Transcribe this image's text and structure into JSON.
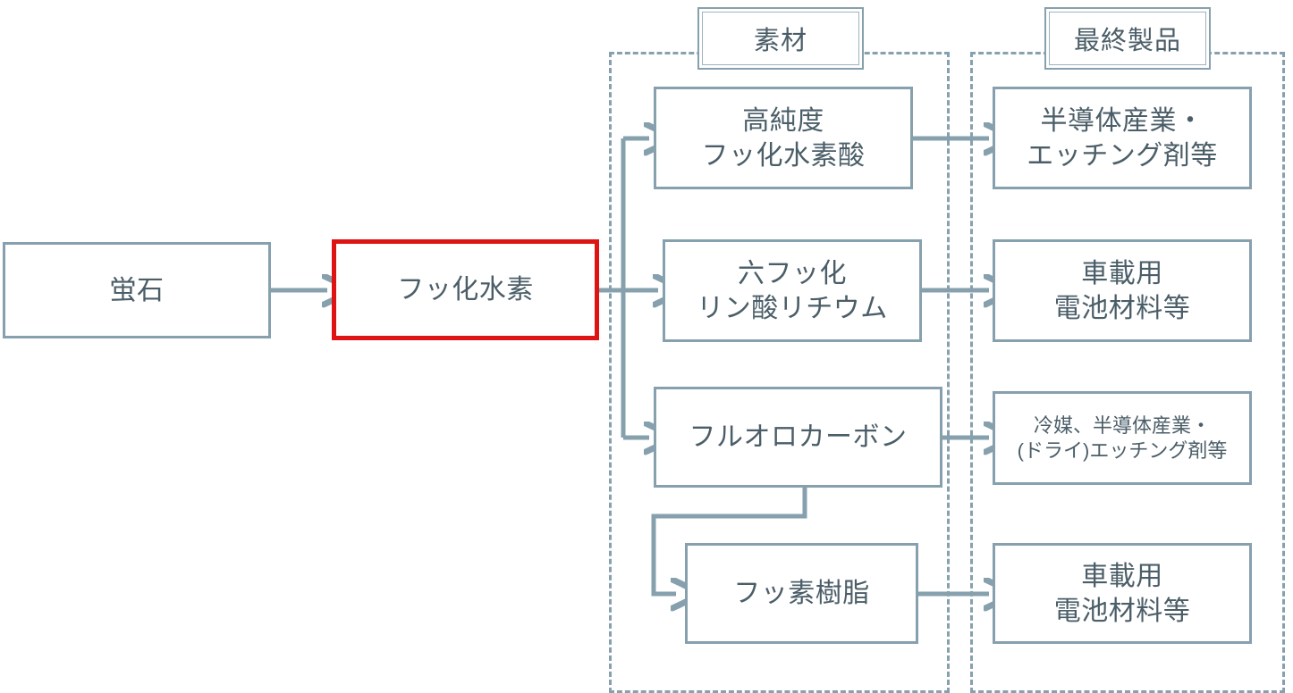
{
  "diagram": {
    "type": "flow-diagram",
    "title_present": false,
    "colors": {
      "line": "#86a1ad",
      "text": "#4b5e68",
      "highlight": "#de1414",
      "background": "#ffffff"
    },
    "groups": [
      {
        "id": "materials",
        "label": "素材"
      },
      {
        "id": "final_products",
        "label": "最終製品"
      }
    ],
    "upstream": [
      {
        "id": "fluorite",
        "label": "蛍石",
        "highlight": false
      },
      {
        "id": "hydrogen_fluoride",
        "label": "フッ化水素",
        "highlight": true
      }
    ],
    "materials": [
      {
        "id": "mat1",
        "label": "高純度\nフッ化水素酸"
      },
      {
        "id": "mat2",
        "label": "六フッ化\nリン酸リチウム"
      },
      {
        "id": "mat3",
        "label": "フルオロカーボン"
      },
      {
        "id": "mat4",
        "label": "フッ素樹脂"
      }
    ],
    "final_products": [
      {
        "id": "prod1",
        "label": "半導体産業・\nエッチング剤等",
        "small": false
      },
      {
        "id": "prod2",
        "label": "車載用\n電池材料等",
        "small": false
      },
      {
        "id": "prod3",
        "label": "冷媒、半導体産業・\n(ドライ)エッチング剤等",
        "small": true
      },
      {
        "id": "prod4",
        "label": "車載用\n電池材料等",
        "small": false
      }
    ],
    "edges": [
      {
        "from": "fluorite",
        "to": "hydrogen_fluoride",
        "style": "arrow"
      },
      {
        "from": "hydrogen_fluoride",
        "to": "mat1",
        "style": "elbow-arrow"
      },
      {
        "from": "hydrogen_fluoride",
        "to": "mat2",
        "style": "arrow"
      },
      {
        "from": "hydrogen_fluoride",
        "to": "mat3",
        "style": "elbow-arrow"
      },
      {
        "from": "mat1",
        "to": "prod1",
        "style": "arrow"
      },
      {
        "from": "mat2",
        "to": "prod2",
        "style": "arrow"
      },
      {
        "from": "mat3",
        "to": "prod3",
        "style": "arrow"
      },
      {
        "from": "mat3",
        "to": "mat4",
        "style": "elbow-arrow"
      },
      {
        "from": "mat4",
        "to": "prod4",
        "style": "arrow"
      }
    ]
  }
}
